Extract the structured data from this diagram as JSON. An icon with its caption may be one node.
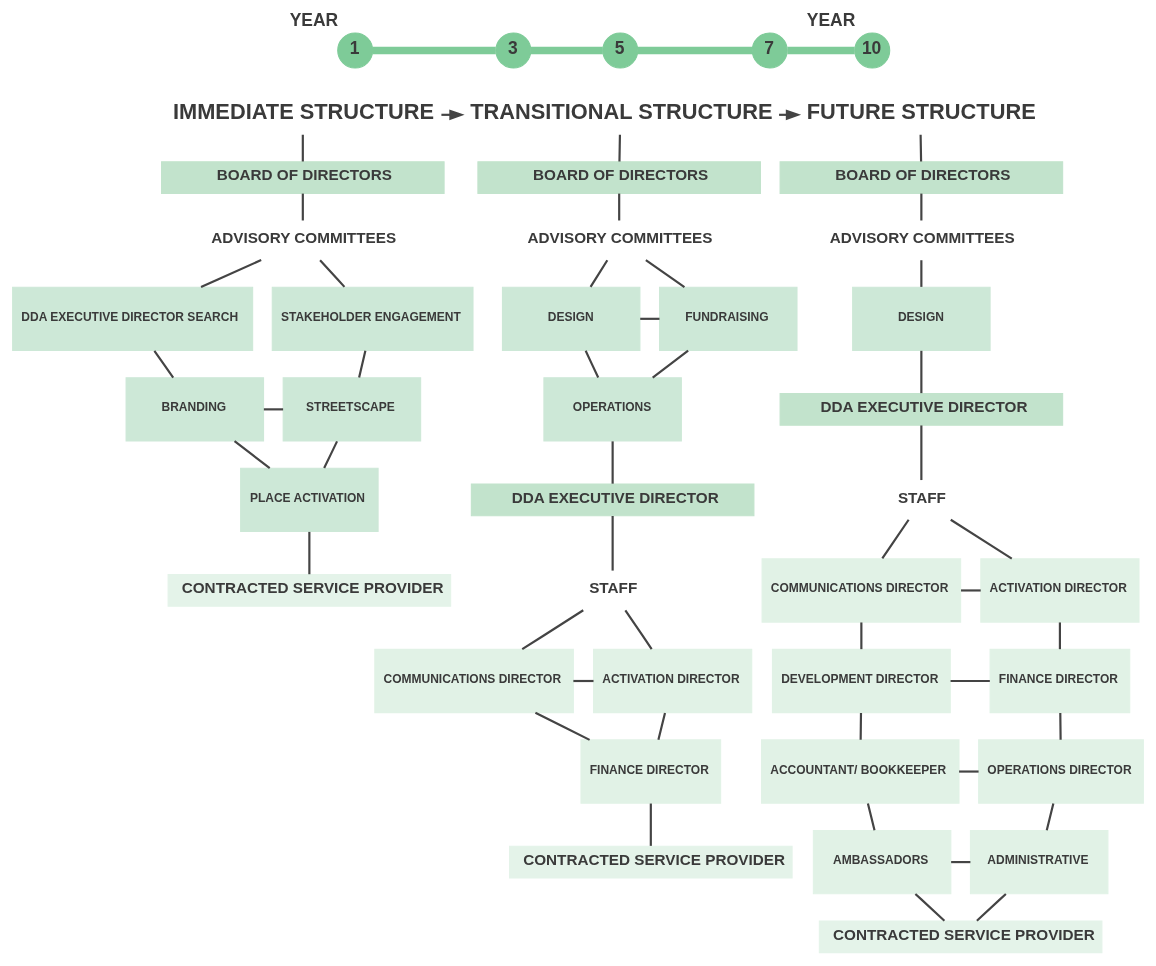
{
  "diagram": {
    "nodes": [
      {
        "text": [
          "1"
        ],
        "beside": [
          "YEAR"
        ]
      },
      {
        "text": [
          "3"
        ]
      },
      {
        "text": [
          "5"
        ]
      },
      {
        "text": [
          "7"
        ]
      },
      {
        "text": [
          "10"
        ],
        "beside": [
          "YEAR"
        ]
      },
      {
        "text": [
          "IMMEDIATE STRUCTURE"
        ]
      },
      {
        "text": [
          "TRANSITIONAL STRUCTURE"
        ]
      },
      {
        "text": [
          "FUTURE STRUCTURE"
        ]
      },
      {
        "text": [
          "BOARD OF DIRECTORS"
        ]
      },
      {
        "text": [
          "ADVISORY COMMITTEES"
        ]
      },
      {
        "text": [
          "DDA EXECUTIVE DIRECTOR SEARCH"
        ]
      },
      {
        "text": [
          "STAKEHOLDER ENGAGEMENT"
        ]
      },
      {
        "text": [
          "BRANDING"
        ]
      },
      {
        "text": [
          "STREETSCAPE"
        ]
      },
      {
        "text": [
          "PLACE ACTIVATION"
        ]
      },
      {
        "text": [
          "CONTRACTED SERVICE PROVIDER"
        ]
      },
      {
        "text": [
          "BOARD OF DIRECTORS"
        ]
      },
      {
        "text": [
          "ADVISORY COMMITTEES"
        ]
      },
      {
        "text": [
          "DESIGN"
        ]
      },
      {
        "text": [
          "FUNDRAISING"
        ]
      },
      {
        "text": [
          "OPERATIONS"
        ]
      },
      {
        "text": [
          "DDA EXECUTIVE DIRECTOR"
        ]
      },
      {
        "text": [
          "STAFF"
        ]
      },
      {
        "text": [
          "COMMUNICATIONS DIRECTOR"
        ]
      },
      {
        "text": [
          "ACTIVATION DIRECTOR"
        ]
      },
      {
        "text": [
          "FINANCE DIRECTOR"
        ]
      },
      {
        "text": [
          "CONTRACTED SERVICE PROVIDER"
        ]
      },
      {
        "text": [
          "BOARD OF DIRECTORS"
        ]
      },
      {
        "text": [
          "ADVISORY COMMITTEES"
        ]
      },
      {
        "text": [
          "DESIGN"
        ]
      },
      {
        "text": [
          "DDA EXECUTIVE DIRECTOR"
        ]
      },
      {
        "text": [
          "STAFF"
        ]
      },
      {
        "text": [
          "COMMUNICATIONS DIRECTOR"
        ]
      },
      {
        "text": [
          "ACTIVATION DIRECTOR"
        ]
      },
      {
        "text": [
          "DEVELOPMENT DIRECTOR"
        ]
      },
      {
        "text": [
          "FINANCE DIRECTOR"
        ]
      },
      {
        "text": [
          "ACCOUNTANT/ BOOKKEEPER"
        ]
      },
      {
        "text": [
          "OPERATIONS DIRECTOR"
        ]
      },
      {
        "text": [
          "AMBASSADORS"
        ]
      },
      {
        "text": [
          "ADMINISTRATIVE"
        ]
      },
      {
        "text": [
          "CONTRACTED SERVICE PROVIDER"
        ]
      }
    ],
    "edges": [
      {
        "from": 0,
        "to": 1,
        "arrow": "none",
        "style": "thick",
        "color": "#7ecb98"
      },
      {
        "from": 1,
        "to": 2,
        "arrow": "none",
        "style": "thick",
        "color": "#7ecb98"
      },
      {
        "from": 2,
        "to": 3,
        "arrow": "none",
        "style": "thick",
        "color": "#7ecb98"
      },
      {
        "from": 3,
        "to": 4,
        "arrow": "none",
        "style": "thick",
        "color": "#7ecb98"
      },
      {
        "from": 5,
        "to": 6,
        "arrow": "to"
      },
      {
        "from": 6,
        "to": 7,
        "arrow": "to"
      },
      {
        "from": 5,
        "to": 8,
        "arrow": "none"
      },
      {
        "from": 8,
        "to": 9,
        "arrow": "none"
      },
      {
        "from": 9,
        "to": 10,
        "arrow": "none"
      },
      {
        "from": 9,
        "to": 11,
        "arrow": "none"
      },
      {
        "from": 10,
        "to": 12,
        "arrow": "none"
      },
      {
        "from": 11,
        "to": 13,
        "arrow": "none"
      },
      {
        "from": 12,
        "to": 13,
        "arrow": "none"
      },
      {
        "from": 12,
        "to": 14,
        "arrow": "none"
      },
      {
        "from": 13,
        "to": 14,
        "arrow": "none"
      },
      {
        "from": 14,
        "to": 15,
        "arrow": "none"
      },
      {
        "from": 6,
        "to": 16,
        "arrow": "none"
      },
      {
        "from": 16,
        "to": 17,
        "arrow": "none"
      },
      {
        "from": 17,
        "to": 18,
        "arrow": "none"
      },
      {
        "from": 17,
        "to": 19,
        "arrow": "none"
      },
      {
        "from": 18,
        "to": 19,
        "arrow": "none"
      },
      {
        "from": 18,
        "to": 20,
        "arrow": "none"
      },
      {
        "from": 19,
        "to": 20,
        "arrow": "none"
      },
      {
        "from": 20,
        "to": 21,
        "arrow": "none"
      },
      {
        "from": 21,
        "to": 22,
        "arrow": "none"
      },
      {
        "from": 22,
        "to": 23,
        "arrow": "none"
      },
      {
        "from": 22,
        "to": 24,
        "arrow": "none"
      },
      {
        "from": 23,
        "to": 24,
        "arrow": "none"
      },
      {
        "from": 23,
        "to": 25,
        "arrow": "none"
      },
      {
        "from": 24,
        "to": 25,
        "arrow": "none"
      },
      {
        "from": 25,
        "to": 26,
        "arrow": "none"
      },
      {
        "from": 7,
        "to": 27,
        "arrow": "none"
      },
      {
        "from": 27,
        "to": 28,
        "arrow": "none"
      },
      {
        "from": 28,
        "to": 29,
        "arrow": "none"
      },
      {
        "from": 29,
        "to": 30,
        "arrow": "none"
      },
      {
        "from": 30,
        "to": 31,
        "arrow": "none"
      },
      {
        "from": 31,
        "to": 32,
        "arrow": "none"
      },
      {
        "from": 31,
        "to": 33,
        "arrow": "none"
      },
      {
        "from": 32,
        "to": 33,
        "arrow": "none"
      },
      {
        "from": 32,
        "to": 34,
        "arrow": "none"
      },
      {
        "from": 33,
        "to": 35,
        "arrow": "none"
      },
      {
        "from": 34,
        "to": 35,
        "arrow": "none"
      },
      {
        "from": 34,
        "to": 36,
        "arrow": "none"
      },
      {
        "from": 35,
        "to": 37,
        "arrow": "none"
      },
      {
        "from": 36,
        "to": 37,
        "arrow": "none"
      },
      {
        "from": 36,
        "to": 38,
        "arrow": "none"
      },
      {
        "from": 37,
        "to": 39,
        "arrow": "none"
      },
      {
        "from": 38,
        "to": 39,
        "arrow": "none"
      },
      {
        "from": 38,
        "to": 40,
        "arrow": "none"
      },
      {
        "from": 39,
        "to": 40,
        "arrow": "none"
      }
    ]
  }
}
